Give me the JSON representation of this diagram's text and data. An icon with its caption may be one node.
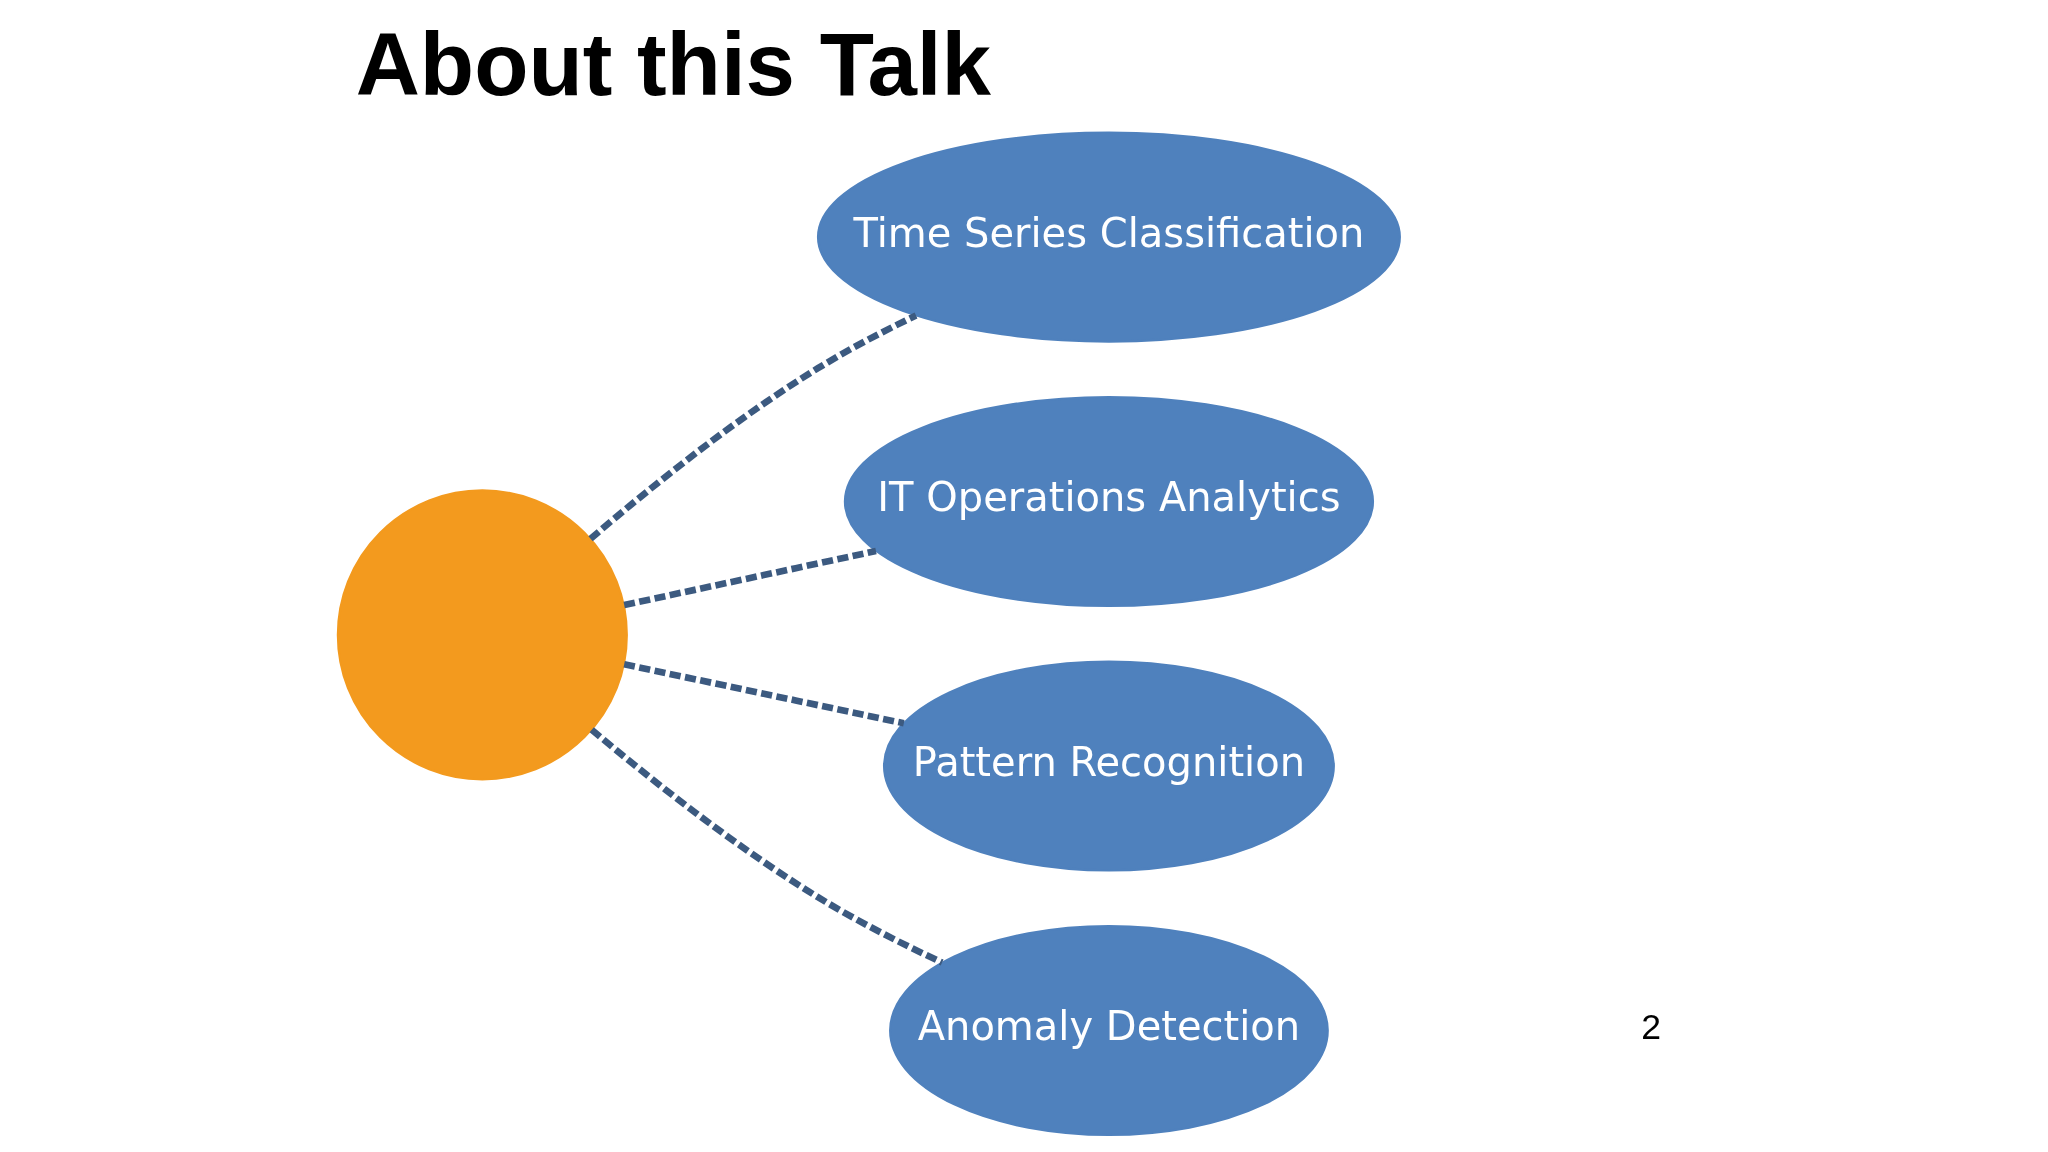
{
  "diagram": {
    "title": "About this Talk",
    "nodes": [
      {
        "text": [
          "Time Series Classification"
        ]
      },
      {
        "text": [
          "IT Operations Analytics"
        ]
      },
      {
        "text": [],
        "shape": "circle"
      },
      {
        "text": [
          "Pattern Recognition"
        ]
      },
      {
        "text": [
          "Anomaly Detection"
        ]
      }
    ],
    "edges": [
      {
        "from": 2,
        "to": 0,
        "arrow": "none",
        "style": "dashed"
      },
      {
        "from": 2,
        "to": 1,
        "arrow": "none",
        "style": "dashed"
      },
      {
        "from": 2,
        "to": 3,
        "arrow": "none",
        "style": "dashed"
      },
      {
        "from": 2,
        "to": 4,
        "arrow": "none",
        "style": "dashed"
      }
    ],
    "labels": [
      "2"
    ]
  }
}
